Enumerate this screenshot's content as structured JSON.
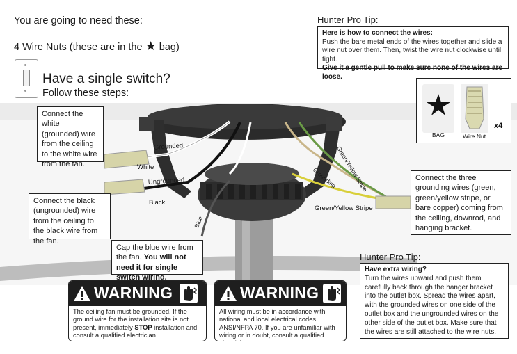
{
  "header": {
    "need_line": "You are going to need these:",
    "wire_nuts_prefix": "4 Wire Nuts (these are in the",
    "wire_nuts_suffix": "bag)",
    "star_glyph": "★"
  },
  "section": {
    "title": "Have a single switch?",
    "subtitle": "Follow these steps:"
  },
  "tip_top": {
    "title": "Hunter Pro Tip:",
    "heading": "Here is how to connect the wires:",
    "body": "Push the bare metal ends of the wires together and slide a wire nut over them. Then, twist the wire nut clockwise until tight.",
    "emphasis": "Give it a gentle pull to make sure none of the wires are loose."
  },
  "parts_box": {
    "bag_label": "BAG",
    "wirenut_label": "Wire Nut",
    "quantity": "x4"
  },
  "callouts": {
    "white": "Connect the white (grounded) wire from the ceiling to the white wire from the fan.",
    "black": "Connect the black (ungrounded) wire from the ceiling to the black wire from the fan.",
    "ground": "Connect the three grounding wires (green, green/yellow stripe, or bare copper) coming from the ceiling, downrod, and hanging bracket.",
    "blue_plain": "Cap the blue wire from the fan.",
    "blue_bold": "You will not need it for single switch wiring."
  },
  "wire_labels": {
    "grounded": "Grounded",
    "white": "White",
    "ungrounded": "Ungrounded",
    "black": "Black",
    "blue": "Blue",
    "grounding": "Grounding",
    "gy_stripe_diag": "Green/Yellow Stripe",
    "gy_stripe": "Green/Yellow Stripe"
  },
  "tip_bottom": {
    "title": "Hunter Pro Tip:",
    "heading": "Have extra wiring?",
    "body": "Turn the wires upward and push them carefully back through the hanger bracket into the outlet box. Spread the wires apart, with the grounded wires on one side of the outlet box and the ungrounded wires on the other side of the outlet box. Make sure that the wires are still attached to the wire nuts."
  },
  "warning1": {
    "title": "WARNING",
    "body_a": "The ceiling fan must be grounded. If the ground wire for the installation site is not present, immediately",
    "body_bold": "STOP",
    "body_b": "installation and consult a qualified electrician."
  },
  "warning2": {
    "title": "WARNING",
    "body": "All wiring must be in accordance with national and local electrical codes ANSI/NFPA 70.  If you are unfamiliar with wiring or in doubt, consult a qualified electrician."
  },
  "colors": {
    "warning_bar": "#1e1e1e",
    "band": "#ebebeb",
    "wire_green": "#6a9a46",
    "wire_blue": "#4a4a4a"
  }
}
